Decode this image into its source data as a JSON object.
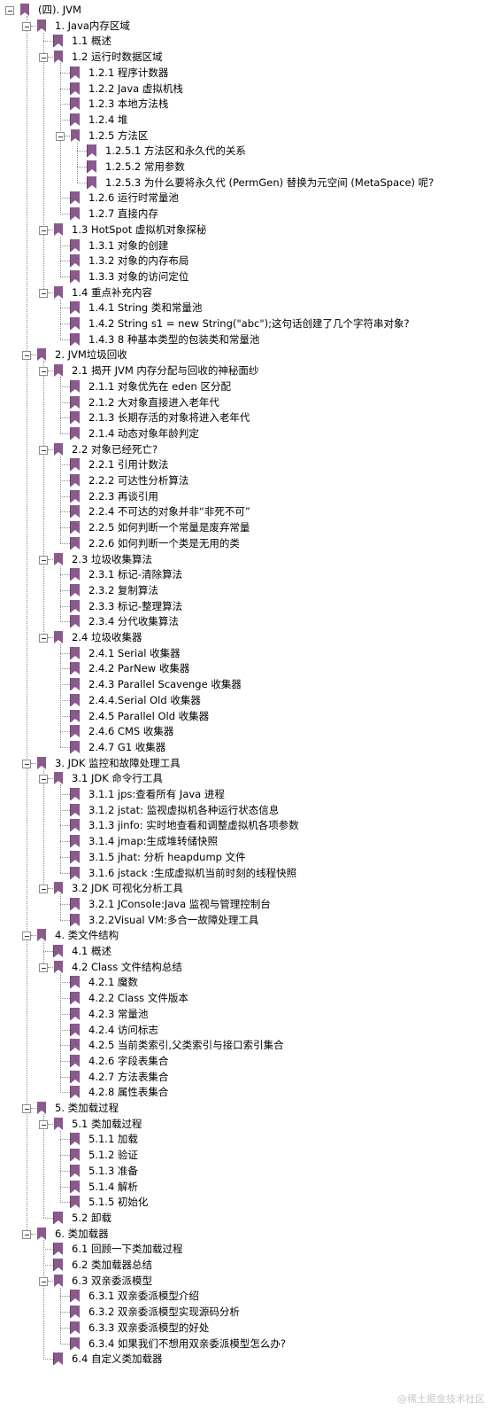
{
  "tree": [
    {
      "d": 0,
      "t": "(四). JVM",
      "e": true
    },
    {
      "d": 1,
      "t": "1. Java内存区域",
      "e": true
    },
    {
      "d": 2,
      "t": "1.1 概述"
    },
    {
      "d": 2,
      "t": "1.2 运行时数据区域",
      "e": true
    },
    {
      "d": 3,
      "t": "1.2.1 程序计数器"
    },
    {
      "d": 3,
      "t": "1.2.2 Java 虚拟机栈"
    },
    {
      "d": 3,
      "t": "1.2.3 本地方法栈"
    },
    {
      "d": 3,
      "t": "1.2.4 堆"
    },
    {
      "d": 3,
      "t": "1.2.5 方法区",
      "e": true
    },
    {
      "d": 4,
      "t": "1.2.5.1 方法区和永久代的关系"
    },
    {
      "d": 4,
      "t": "1.2.5.2 常用参数"
    },
    {
      "d": 4,
      "t": "1.2.5.3 为什么要将永久代 (PermGen) 替换为元空间 (MetaSpace) 呢?"
    },
    {
      "d": 3,
      "t": "1.2.6 运行时常量池"
    },
    {
      "d": 3,
      "t": "1.2.7 直接内存"
    },
    {
      "d": 2,
      "t": "1.3 HotSpot 虚拟机对象探秘",
      "e": true
    },
    {
      "d": 3,
      "t": "1.3.1 对象的创建"
    },
    {
      "d": 3,
      "t": "1.3.2 对象的内存布局"
    },
    {
      "d": 3,
      "t": "1.3.3 对象的访问定位"
    },
    {
      "d": 2,
      "t": "1.4  重点补充内容",
      "e": true
    },
    {
      "d": 3,
      "t": "1.4.1 String 类和常量池"
    },
    {
      "d": 3,
      "t": "1.4.2 String s1 = new String(\"abc\");这句话创建了几个字符串对象?"
    },
    {
      "d": 3,
      "t": "1.4.3 8 种基本类型的包装类和常量池"
    },
    {
      "d": 1,
      "t": "2. JVM垃圾回收",
      "e": true
    },
    {
      "d": 2,
      "t": "2.1  揭开 JVM 内存分配与回收的神秘面纱",
      "e": true
    },
    {
      "d": 3,
      "t": "2.1.1 对象优先在 eden 区分配"
    },
    {
      "d": 3,
      "t": "2.1.2 大对象直接进入老年代"
    },
    {
      "d": 3,
      "t": "2.1.3 长期存活的对象将进入老年代"
    },
    {
      "d": 3,
      "t": "2.1.4 动态对象年龄判定"
    },
    {
      "d": 2,
      "t": "2.2 对象已经死亡?",
      "e": true
    },
    {
      "d": 3,
      "t": "2.2.1 引用计数法"
    },
    {
      "d": 3,
      "t": "2.2.2 可达性分析算法"
    },
    {
      "d": 3,
      "t": "2.2.3 再谈引用"
    },
    {
      "d": 3,
      "t": "2.2.4 不可达的对象并非“非死不可”"
    },
    {
      "d": 3,
      "t": "2.2.5 如何判断一个常量是废弃常量"
    },
    {
      "d": 3,
      "t": "2.2.6 如何判断一个类是无用的类"
    },
    {
      "d": 2,
      "t": "2.3 垃圾收集算法",
      "e": true
    },
    {
      "d": 3,
      "t": "2.3.1 标记-清除算法"
    },
    {
      "d": 3,
      "t": "2.3.2 复制算法"
    },
    {
      "d": 3,
      "t": "2.3.3 标记-整理算法"
    },
    {
      "d": 3,
      "t": "2.3.4 分代收集算法"
    },
    {
      "d": 2,
      "t": "2.4 垃圾收集器",
      "e": true
    },
    {
      "d": 3,
      "t": "2.4.1 Serial 收集器"
    },
    {
      "d": 3,
      "t": "2.4.2 ParNew 收集器"
    },
    {
      "d": 3,
      "t": "2.4.3 Parallel Scavenge 收集器"
    },
    {
      "d": 3,
      "t": "2.4.4.Serial Old 收集器"
    },
    {
      "d": 3,
      "t": "2.4.5 Parallel Old 收集器"
    },
    {
      "d": 3,
      "t": "2.4.6 CMS 收集器"
    },
    {
      "d": 3,
      "t": "2.4.7 G1 收集器"
    },
    {
      "d": 1,
      "t": "3. JDK 监控和故障处理工具",
      "e": true
    },
    {
      "d": 2,
      "t": "3.1 JDK 命令行工具",
      "e": true
    },
    {
      "d": 3,
      "t": "3.1.1 jps:查看所有 Java 进程"
    },
    {
      "d": 3,
      "t": "3.1.2 jstat: 监视虚拟机各种运行状态信息"
    },
    {
      "d": 3,
      "t": "3.1.3  jinfo: 实时地查看和调整虚拟机各项参数"
    },
    {
      "d": 3,
      "t": "3.1.4 jmap:生成堆转储快照"
    },
    {
      "d": 3,
      "t": "3.1.5 jhat: 分析 heapdump 文件"
    },
    {
      "d": 3,
      "t": "3.1.6 jstack :生成虚拟机当前时刻的线程快照"
    },
    {
      "d": 2,
      "t": "3.2 JDK 可视化分析工具",
      "e": true
    },
    {
      "d": 3,
      "t": "3.2.1 JConsole:Java 监视与管理控制台"
    },
    {
      "d": 3,
      "t": "3.2.2Visual VM:多合一故障处理工具"
    },
    {
      "d": 1,
      "t": "4. 类文件结构",
      "e": true
    },
    {
      "d": 2,
      "t": "4.1 概述"
    },
    {
      "d": 2,
      "t": "4.2 Class 文件结构总结",
      "e": true
    },
    {
      "d": 3,
      "t": "4.2.1 魔数"
    },
    {
      "d": 3,
      "t": "4.2.2 Class 文件版本"
    },
    {
      "d": 3,
      "t": "4.2.3 常量池"
    },
    {
      "d": 3,
      "t": "4.2.4 访问标志"
    },
    {
      "d": 3,
      "t": "4.2.5 当前类索引,父类索引与接口索引集合"
    },
    {
      "d": 3,
      "t": "4.2.6 字段表集合"
    },
    {
      "d": 3,
      "t": "4.2.7 方法表集合"
    },
    {
      "d": 3,
      "t": "4.2.8 属性表集合"
    },
    {
      "d": 1,
      "t": "5. 类加载过程",
      "e": true
    },
    {
      "d": 2,
      "t": "5.1 类加载过程",
      "e": true
    },
    {
      "d": 3,
      "t": "5.1.1 加载"
    },
    {
      "d": 3,
      "t": "5.1.2 验证"
    },
    {
      "d": 3,
      "t": "5.1.3 准备"
    },
    {
      "d": 3,
      "t": "5.1.4 解析"
    },
    {
      "d": 3,
      "t": "5.1.5 初始化"
    },
    {
      "d": 2,
      "t": "5.2 卸载"
    },
    {
      "d": 1,
      "t": "6. 类加载器",
      "e": true
    },
    {
      "d": 2,
      "t": "6.1 回顾一下类加载过程"
    },
    {
      "d": 2,
      "t": "6.2 类加载器总结"
    },
    {
      "d": 2,
      "t": "6.3 双亲委派模型",
      "e": true
    },
    {
      "d": 3,
      "t": "6.3.1 双亲委派模型介绍"
    },
    {
      "d": 3,
      "t": "6.3.2 双亲委派模型实现源码分析"
    },
    {
      "d": 3,
      "t": "6.3.3 双亲委派模型的好处"
    },
    {
      "d": 3,
      "t": "6.3.4 如果我们不想用双亲委派模型怎么办?"
    },
    {
      "d": 2,
      "t": "6.4 自定义类加载器"
    }
  ],
  "watermark": "@稀土掘金技术社区",
  "colors": {
    "bookmark": "#8b5a8c",
    "guide": "#8a8a8a"
  }
}
